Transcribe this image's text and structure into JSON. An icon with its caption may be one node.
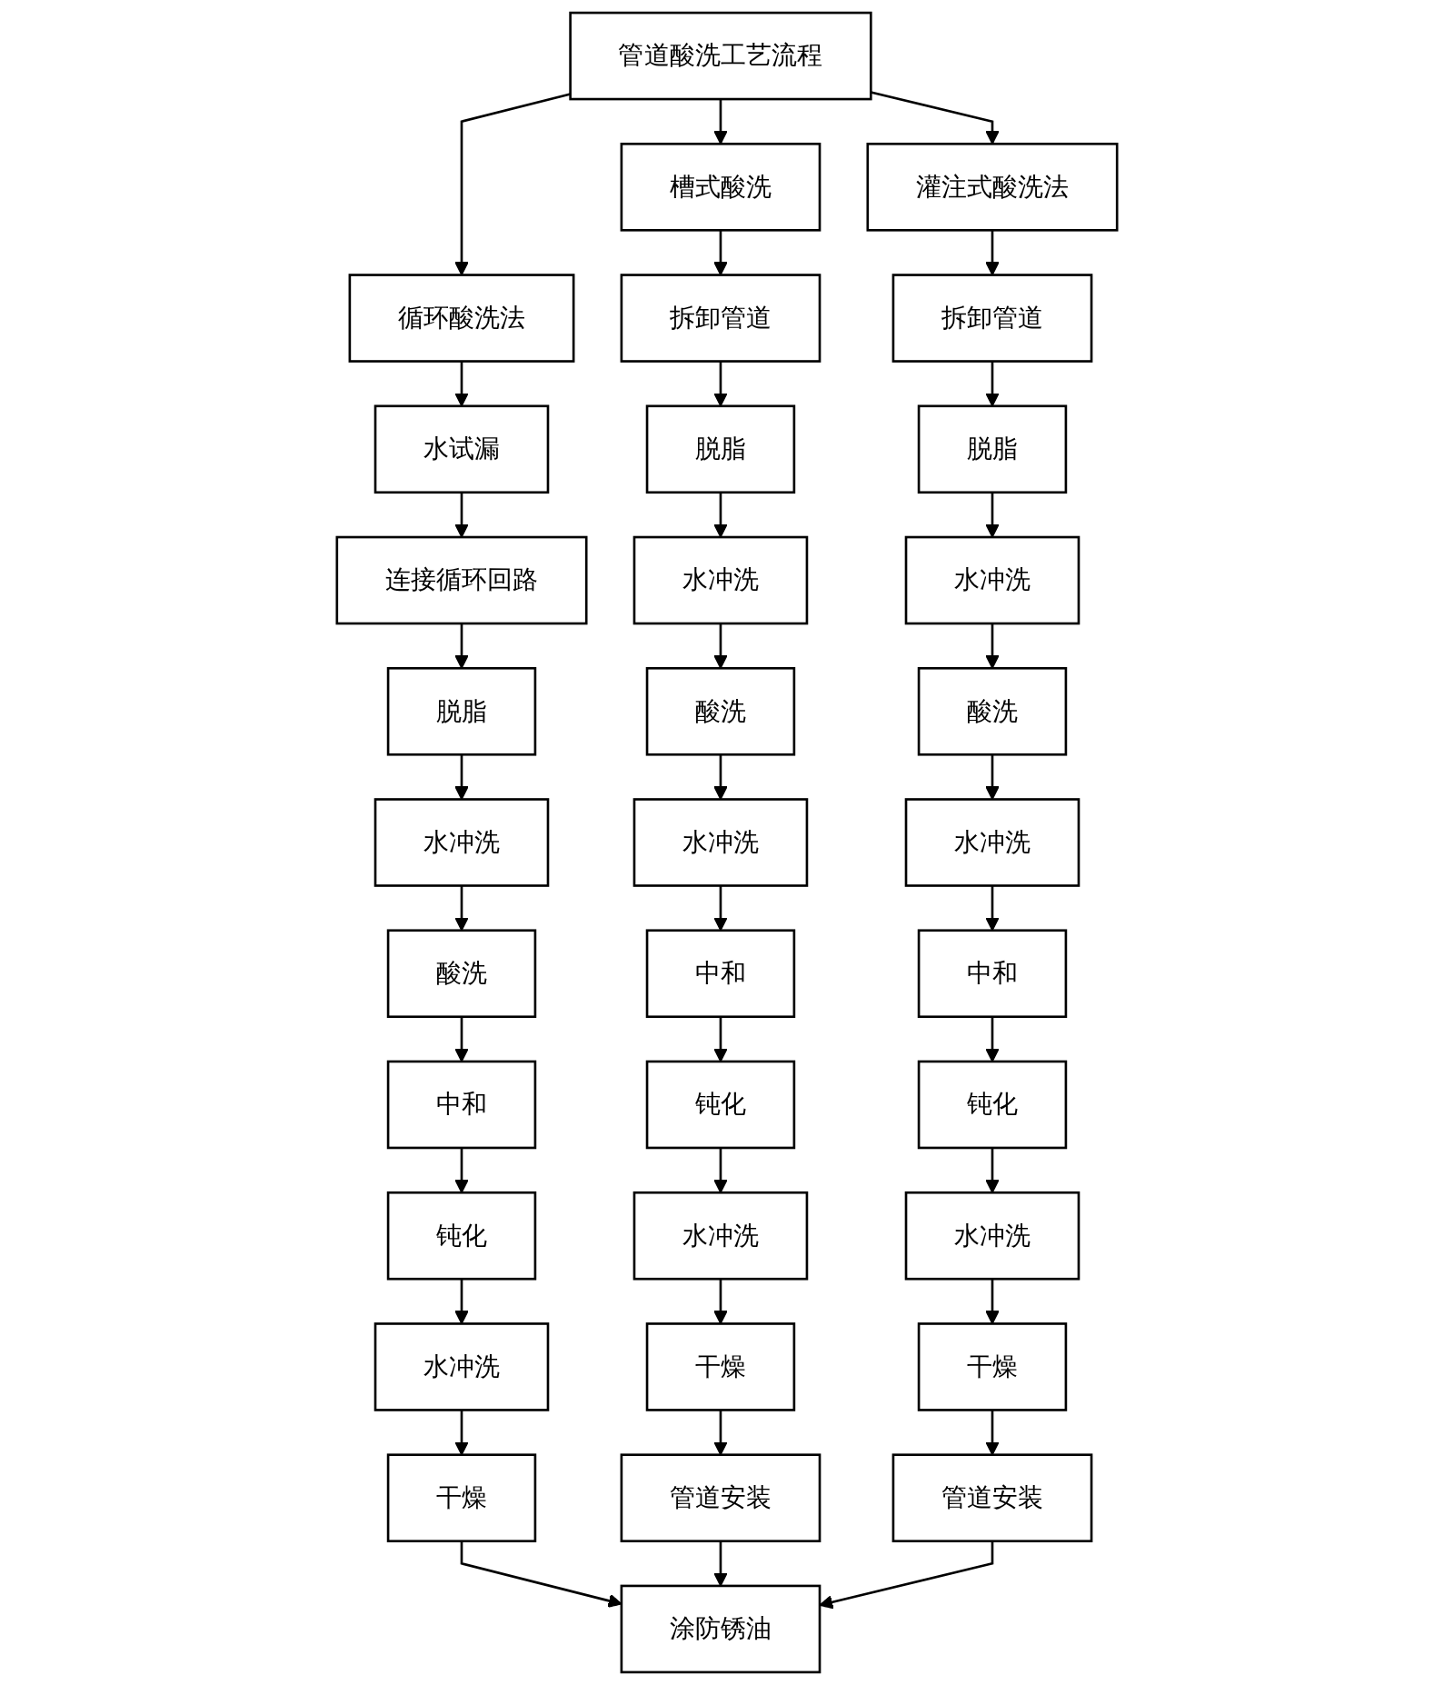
{
  "diagram": {
    "nodes": [
      {
        "text": [
          "管道酸洗工艺流程"
        ]
      },
      {
        "text": [
          "循环酸洗法"
        ]
      },
      {
        "text": [
          "水试漏"
        ]
      },
      {
        "text": [
          "连接循环回路"
        ]
      },
      {
        "text": [
          "脱脂"
        ]
      },
      {
        "text": [
          "水冲洗"
        ]
      },
      {
        "text": [
          "酸洗"
        ]
      },
      {
        "text": [
          "中和"
        ]
      },
      {
        "text": [
          "钝化"
        ]
      },
      {
        "text": [
          "水冲洗"
        ]
      },
      {
        "text": [
          "干燥"
        ]
      },
      {
        "text": [
          "槽式酸洗"
        ]
      },
      {
        "text": [
          "拆卸管道"
        ]
      },
      {
        "text": [
          "脱脂"
        ]
      },
      {
        "text": [
          "水冲洗"
        ]
      },
      {
        "text": [
          "酸洗"
        ]
      },
      {
        "text": [
          "水冲洗"
        ]
      },
      {
        "text": [
          "中和"
        ]
      },
      {
        "text": [
          "钝化"
        ]
      },
      {
        "text": [
          "水冲洗"
        ]
      },
      {
        "text": [
          "干燥"
        ]
      },
      {
        "text": [
          "管道安装"
        ]
      },
      {
        "text": [
          "灌注式酸洗法"
        ]
      },
      {
        "text": [
          "拆卸管道"
        ]
      },
      {
        "text": [
          "脱脂"
        ]
      },
      {
        "text": [
          "水冲洗"
        ]
      },
      {
        "text": [
          "酸洗"
        ]
      },
      {
        "text": [
          "水冲洗"
        ]
      },
      {
        "text": [
          "中和"
        ]
      },
      {
        "text": [
          "钝化"
        ]
      },
      {
        "text": [
          "水冲洗"
        ]
      },
      {
        "text": [
          "干燥"
        ]
      },
      {
        "text": [
          "管道安装"
        ]
      },
      {
        "text": [
          "涂防锈油"
        ]
      }
    ],
    "edges": [
      {
        "from": 0,
        "to": 1,
        "arrow": "to"
      },
      {
        "from": 0,
        "to": 11,
        "arrow": "to"
      },
      {
        "from": 0,
        "to": 22,
        "arrow": "to"
      },
      {
        "from": 1,
        "to": 2,
        "arrow": "to"
      },
      {
        "from": 2,
        "to": 3,
        "arrow": "to"
      },
      {
        "from": 3,
        "to": 4,
        "arrow": "to"
      },
      {
        "from": 4,
        "to": 5,
        "arrow": "to"
      },
      {
        "from": 5,
        "to": 6,
        "arrow": "to"
      },
      {
        "from": 6,
        "to": 7,
        "arrow": "to"
      },
      {
        "from": 7,
        "to": 8,
        "arrow": "to"
      },
      {
        "from": 8,
        "to": 9,
        "arrow": "to"
      },
      {
        "from": 9,
        "to": 10,
        "arrow": "to"
      },
      {
        "from": 11,
        "to": 12,
        "arrow": "to"
      },
      {
        "from": 12,
        "to": 13,
        "arrow": "to"
      },
      {
        "from": 13,
        "to": 14,
        "arrow": "to"
      },
      {
        "from": 14,
        "to": 15,
        "arrow": "to"
      },
      {
        "from": 15,
        "to": 16,
        "arrow": "to"
      },
      {
        "from": 16,
        "to": 17,
        "arrow": "to"
      },
      {
        "from": 17,
        "to": 18,
        "arrow": "to"
      },
      {
        "from": 18,
        "to": 19,
        "arrow": "to"
      },
      {
        "from": 19,
        "to": 20,
        "arrow": "to"
      },
      {
        "from": 20,
        "to": 21,
        "arrow": "to"
      },
      {
        "from": 22,
        "to": 23,
        "arrow": "to"
      },
      {
        "from": 23,
        "to": 24,
        "arrow": "to"
      },
      {
        "from": 24,
        "to": 25,
        "arrow": "to"
      },
      {
        "from": 25,
        "to": 26,
        "arrow": "to"
      },
      {
        "from": 26,
        "to": 27,
        "arrow": "to"
      },
      {
        "from": 27,
        "to": 28,
        "arrow": "to"
      },
      {
        "from": 28,
        "to": 29,
        "arrow": "to"
      },
      {
        "from": 29,
        "to": 30,
        "arrow": "to"
      },
      {
        "from": 30,
        "to": 31,
        "arrow": "to"
      },
      {
        "from": 31,
        "to": 32,
        "arrow": "to"
      },
      {
        "from": 10,
        "to": 33,
        "arrow": "to"
      },
      {
        "from": 21,
        "to": 33,
        "arrow": "to"
      },
      {
        "from": 32,
        "to": 33,
        "arrow": "to"
      }
    ]
  }
}
